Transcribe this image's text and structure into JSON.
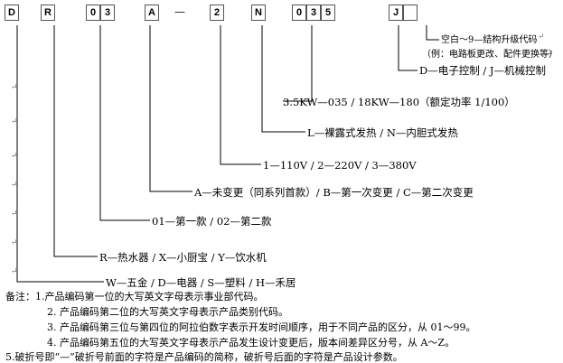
{
  "boxes": [
    "D",
    "R",
    "0",
    "3",
    "A",
    "—",
    "2",
    "N",
    "0",
    "3",
    "5",
    "J",
    ""
  ],
  "labels": {
    "upgrade": "空白～9—结构升级代码",
    "upgrade_example": "（例：电路板更改、配件更换等）",
    "control": "D—电子控制 / J—机械控制",
    "power": "3.5KW—035 / 18KW—180（额定功率 1/100）",
    "heating": "L—裸露式发热 / N—内胆式发热",
    "voltage": "1—110V / 2—220V / 3—380V",
    "change": "A—未变更（同系列首款）/ B—第一次变更 / C—第二次变更",
    "model": "01—第一款 / 02—第二款",
    "category": "R—热水器 / X—小厨宝 / Y—饮水机",
    "division": "W—五金 / D—电器 / S—塑料 / H—禾居"
  },
  "notes": [
    "备注：1.产品编码第一位的大写英文字母表示事业部代码。",
    "2. 产品编码第二位的大写英文字母表示产品类别代码。",
    "3. 产品编码第三位与第四位的阿拉伯数字表示开发时间顺序，用于不同产品的区分，从 01～99。",
    "4. 产品编码第五位的大写英文字母表示产品发生设计变更后，版本间差异区分号，从 A～Z。",
    "5.破折号即“—”破折号前面的字符是产品编码的简称，破折号后面的字符是产品设计参数。"
  ]
}
